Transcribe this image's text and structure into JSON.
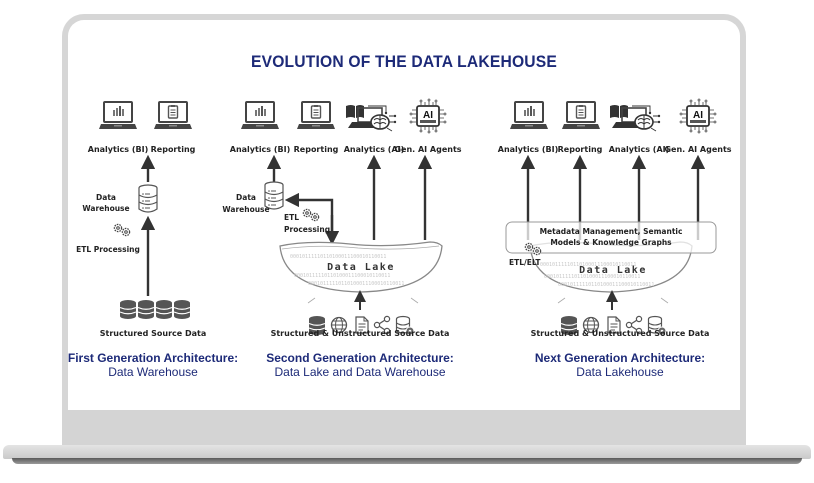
{
  "title": "EVOLUTION OF THE DATA LAKEHOUSE",
  "colors": {
    "title": "#1d2a78",
    "icon": "#444444",
    "bezel": "#d6d6d6"
  },
  "panels": [
    {
      "consumers": [
        {
          "label": "Analytics (BI)",
          "icon": "laptop-chart-icon"
        },
        {
          "label": "Reporting",
          "icon": "laptop-clipboard-icon"
        }
      ],
      "storage_label_1": "Data",
      "storage_label_2": "Warehouse",
      "process_label": "ETL Processing",
      "sources_label": "Structured Source Data",
      "source_icons": [
        "database-icon",
        "database-icon",
        "database-icon",
        "database-icon"
      ],
      "gen_title": "First Generation Architecture:",
      "gen_subtitle": "Data Warehouse"
    },
    {
      "consumers": [
        {
          "label": "Analytics (BI)",
          "icon": "laptop-chart-icon"
        },
        {
          "label": "Reporting",
          "icon": "laptop-clipboard-icon"
        },
        {
          "label": "Analytics (AI)",
          "icon": "ai-brain-icon"
        },
        {
          "label": "Gen. AI Agents",
          "icon": "ai-chip-icon"
        }
      ],
      "storage_label_1": "Data",
      "storage_label_2": "Warehouse",
      "process_label_1": "ETL",
      "process_label_2": "Processing",
      "lake_label": "Data Lake",
      "sources_label": "Structured & Unstructured Source Data",
      "source_icons": [
        "database-icon",
        "globe-icon",
        "document-icon",
        "share-icon",
        "database-gear-icon"
      ],
      "gen_title": "Second Generation Architecture:",
      "gen_subtitle": "Data Lake and Data Warehouse"
    },
    {
      "consumers": [
        {
          "label": "Analytics (BI)",
          "icon": "laptop-chart-icon"
        },
        {
          "label": "Reporting",
          "icon": "laptop-clipboard-icon"
        },
        {
          "label": "Analytics (AI)",
          "icon": "ai-brain-icon"
        },
        {
          "label": "Gen. AI Agents",
          "icon": "ai-chip-icon"
        }
      ],
      "metadata_label_1": "Metadata Management, Semantic",
      "metadata_label_2": "Models & Knowledge Graphs",
      "process_label": "ETL/ELT",
      "lake_label": "Data Lake",
      "sources_label": "Structured & Unstructured Source Data",
      "source_icons": [
        "database-icon",
        "globe-icon",
        "document-icon",
        "share-icon",
        "database-gear-icon"
      ],
      "gen_title": "Next Generation Architecture:",
      "gen_subtitle": "Data Lakehouse"
    }
  ],
  "binary_text": "00010111110110100011100010110011"
}
